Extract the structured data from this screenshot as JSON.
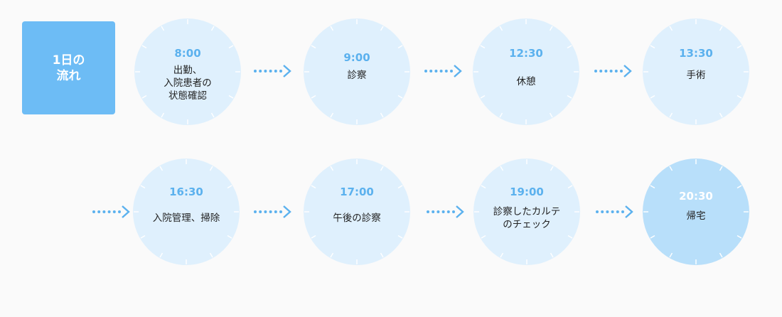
{
  "title": "1日の\n流れ",
  "colors": {
    "accent": "#6dbcf5",
    "time_text": "#5bb1ee",
    "clock_face": "#dff0fd",
    "clock_face_final": "#b8dffa",
    "arrow": "#5bb1ee",
    "background": "#fafafa"
  },
  "steps": [
    {
      "time": "8:00",
      "label": "出勤、\n入院患者の\n状態確認"
    },
    {
      "time": "9:00",
      "label": "診察"
    },
    {
      "time": "12:30",
      "label": "休憩"
    },
    {
      "time": "13:30",
      "label": "手術"
    },
    {
      "time": "16:30",
      "label": "入院管理、掃除"
    },
    {
      "time": "17:00",
      "label": "午後の診察"
    },
    {
      "time": "19:00",
      "label": "診察したカルテ\nのチェック"
    },
    {
      "time": "20:30",
      "label": "帰宅"
    }
  ]
}
